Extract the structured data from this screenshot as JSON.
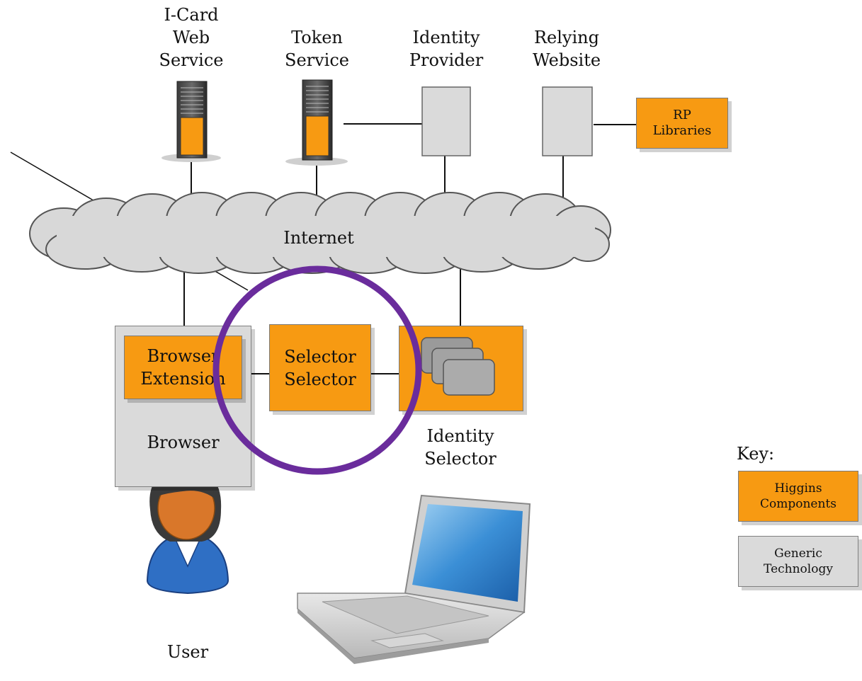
{
  "nodes": {
    "icard_web_service": "I-Card\nWeb\nService",
    "token_service": "Token\nService",
    "identity_provider": "Identity\nProvider",
    "relying_website": "Relying\nWebsite",
    "rp_libraries": "RP\nLibraries",
    "internet": "Internet",
    "browser_extension": "Browser\nExtension",
    "selector_selector": "Selector\nSelector",
    "identity_selector": "Identity\nSelector",
    "browser": "Browser",
    "user": "User"
  },
  "key": {
    "title": "Key:",
    "higgins": "Higgins\nComponents",
    "generic": "Generic\nTechnology"
  },
  "colors": {
    "higgins_orange": "#f79a12",
    "generic_grey": "#dadada",
    "highlight_circle": "#6a2c9c",
    "cloud": "#d8d8d8"
  }
}
